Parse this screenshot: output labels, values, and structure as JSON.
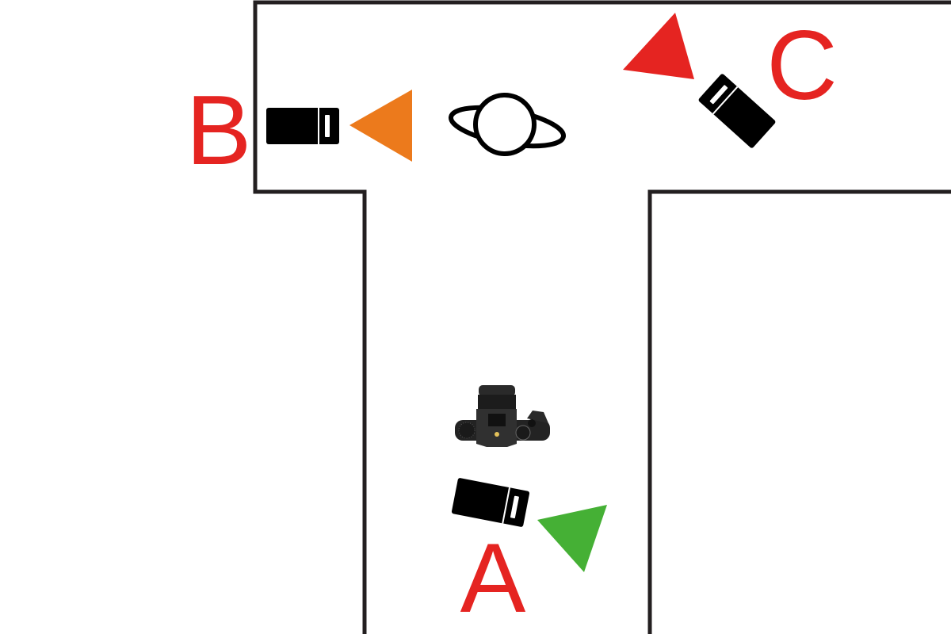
{
  "labels": {
    "a": "A",
    "b": "B",
    "c": "C"
  },
  "colors": {
    "label": "#e52421",
    "wall": "#231f20",
    "light_a": "#45b035",
    "light_b": "#ec7a1c",
    "light_c": "#e52421",
    "flash": "#000000"
  },
  "icons": {
    "subject": "planet-icon",
    "camera": "camera-icon",
    "flash": "flash-icon",
    "light": "triangle-light-icon"
  }
}
